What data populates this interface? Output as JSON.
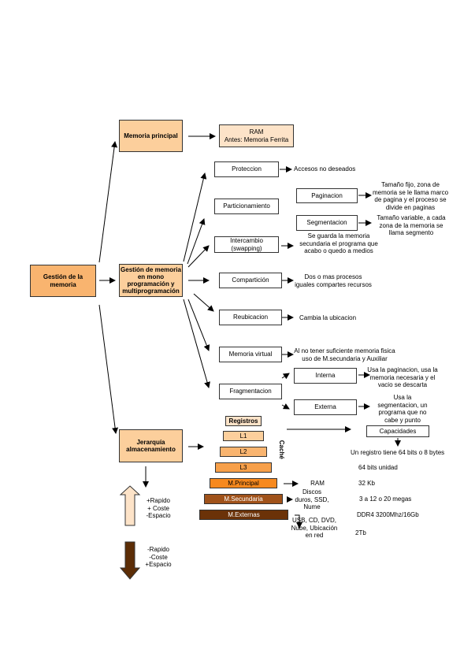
{
  "root": {
    "label": "Gestión de la memoria"
  },
  "branches": {
    "main_memory": {
      "label": "Memoria principal",
      "detail": {
        "line1": "RAM",
        "line2": "Antes: Memoria Ferrita"
      }
    },
    "management": {
      "label": "Gestión de memoria en mono programación y multiprogramación"
    },
    "hierarchy": {
      "label": "Jerarquía almacenamiento"
    }
  },
  "management_items": [
    {
      "label": "Proteccion",
      "note": "Accesos no deseados"
    },
    {
      "label": "Particionamiento",
      "note": ""
    },
    {
      "label": "Intercambio (swapping)",
      "note": "Se guarda la memoria secundaria  el programa que acabo o quedo a medios"
    },
    {
      "label": "Compartición",
      "note": "Dos o mas  procesos iguales compartes recursos"
    },
    {
      "label": "Reubicacion",
      "note": "Cambia la ubicacion"
    },
    {
      "label": "Memoria virtual",
      "note": "Al no tener suficiente memoria fisica uso de M.secundaria  y Auxiliar"
    },
    {
      "label": "Fragmentacion",
      "note": ""
    }
  ],
  "partition_items": [
    {
      "label": "Paginacion",
      "note": "Tamaño fijo, zona de memoria se le llama marco de pagina  y el proceso se divide en paginas"
    },
    {
      "label": "Segmentacion",
      "note": "Tamaño variable, a cada zona de la memoria se llama segmento"
    }
  ],
  "fragmentation_items": [
    {
      "label": "Interna",
      "note": "Usa la paginacion, usa la memoria necesaria  y el vacio se descarta"
    },
    {
      "label": "Externa",
      "note": "Usa la segmentacion, un programa que no cabe y punto"
    }
  ],
  "pyramid": {
    "levels": [
      {
        "label": "Registros",
        "color": "#fde3c8"
      },
      {
        "label": "L1",
        "color": "#fccf9c"
      },
      {
        "label": "L2",
        "color": "#f9b46f"
      },
      {
        "label": "L3",
        "color": "#f7a04a"
      },
      {
        "label": "M.Principal",
        "color": "#f7891e"
      },
      {
        "label": "M.Secundaria",
        "color": "#a0521a"
      },
      {
        "label": "M.Externas",
        "color": "#6b3208"
      }
    ],
    "cache_label": "Caché",
    "principal_note": "RAM",
    "secundaria_note": "Discos duros, SSD, Nume",
    "externas_note": "USB, CD, DVD, Nube, Ubicación en red"
  },
  "capacities": {
    "label": "Capacidades",
    "values": [
      "Un registro tiene 64  bits o 8 bytes",
      "64 bits unidad",
      "32 Kb",
      "3 a 12 o 20 megas",
      "DDR4 3200Mhz/16Gb",
      "2Tb"
    ]
  },
  "legend": {
    "up": {
      "lines": [
        "+Rapido",
        "+ Coste",
        "-Espacio"
      ],
      "color": "#fde3c8"
    },
    "down": {
      "lines": [
        "-Rapido",
        "-Coste",
        "+Espacio"
      ],
      "color": "#5c2d06"
    }
  }
}
